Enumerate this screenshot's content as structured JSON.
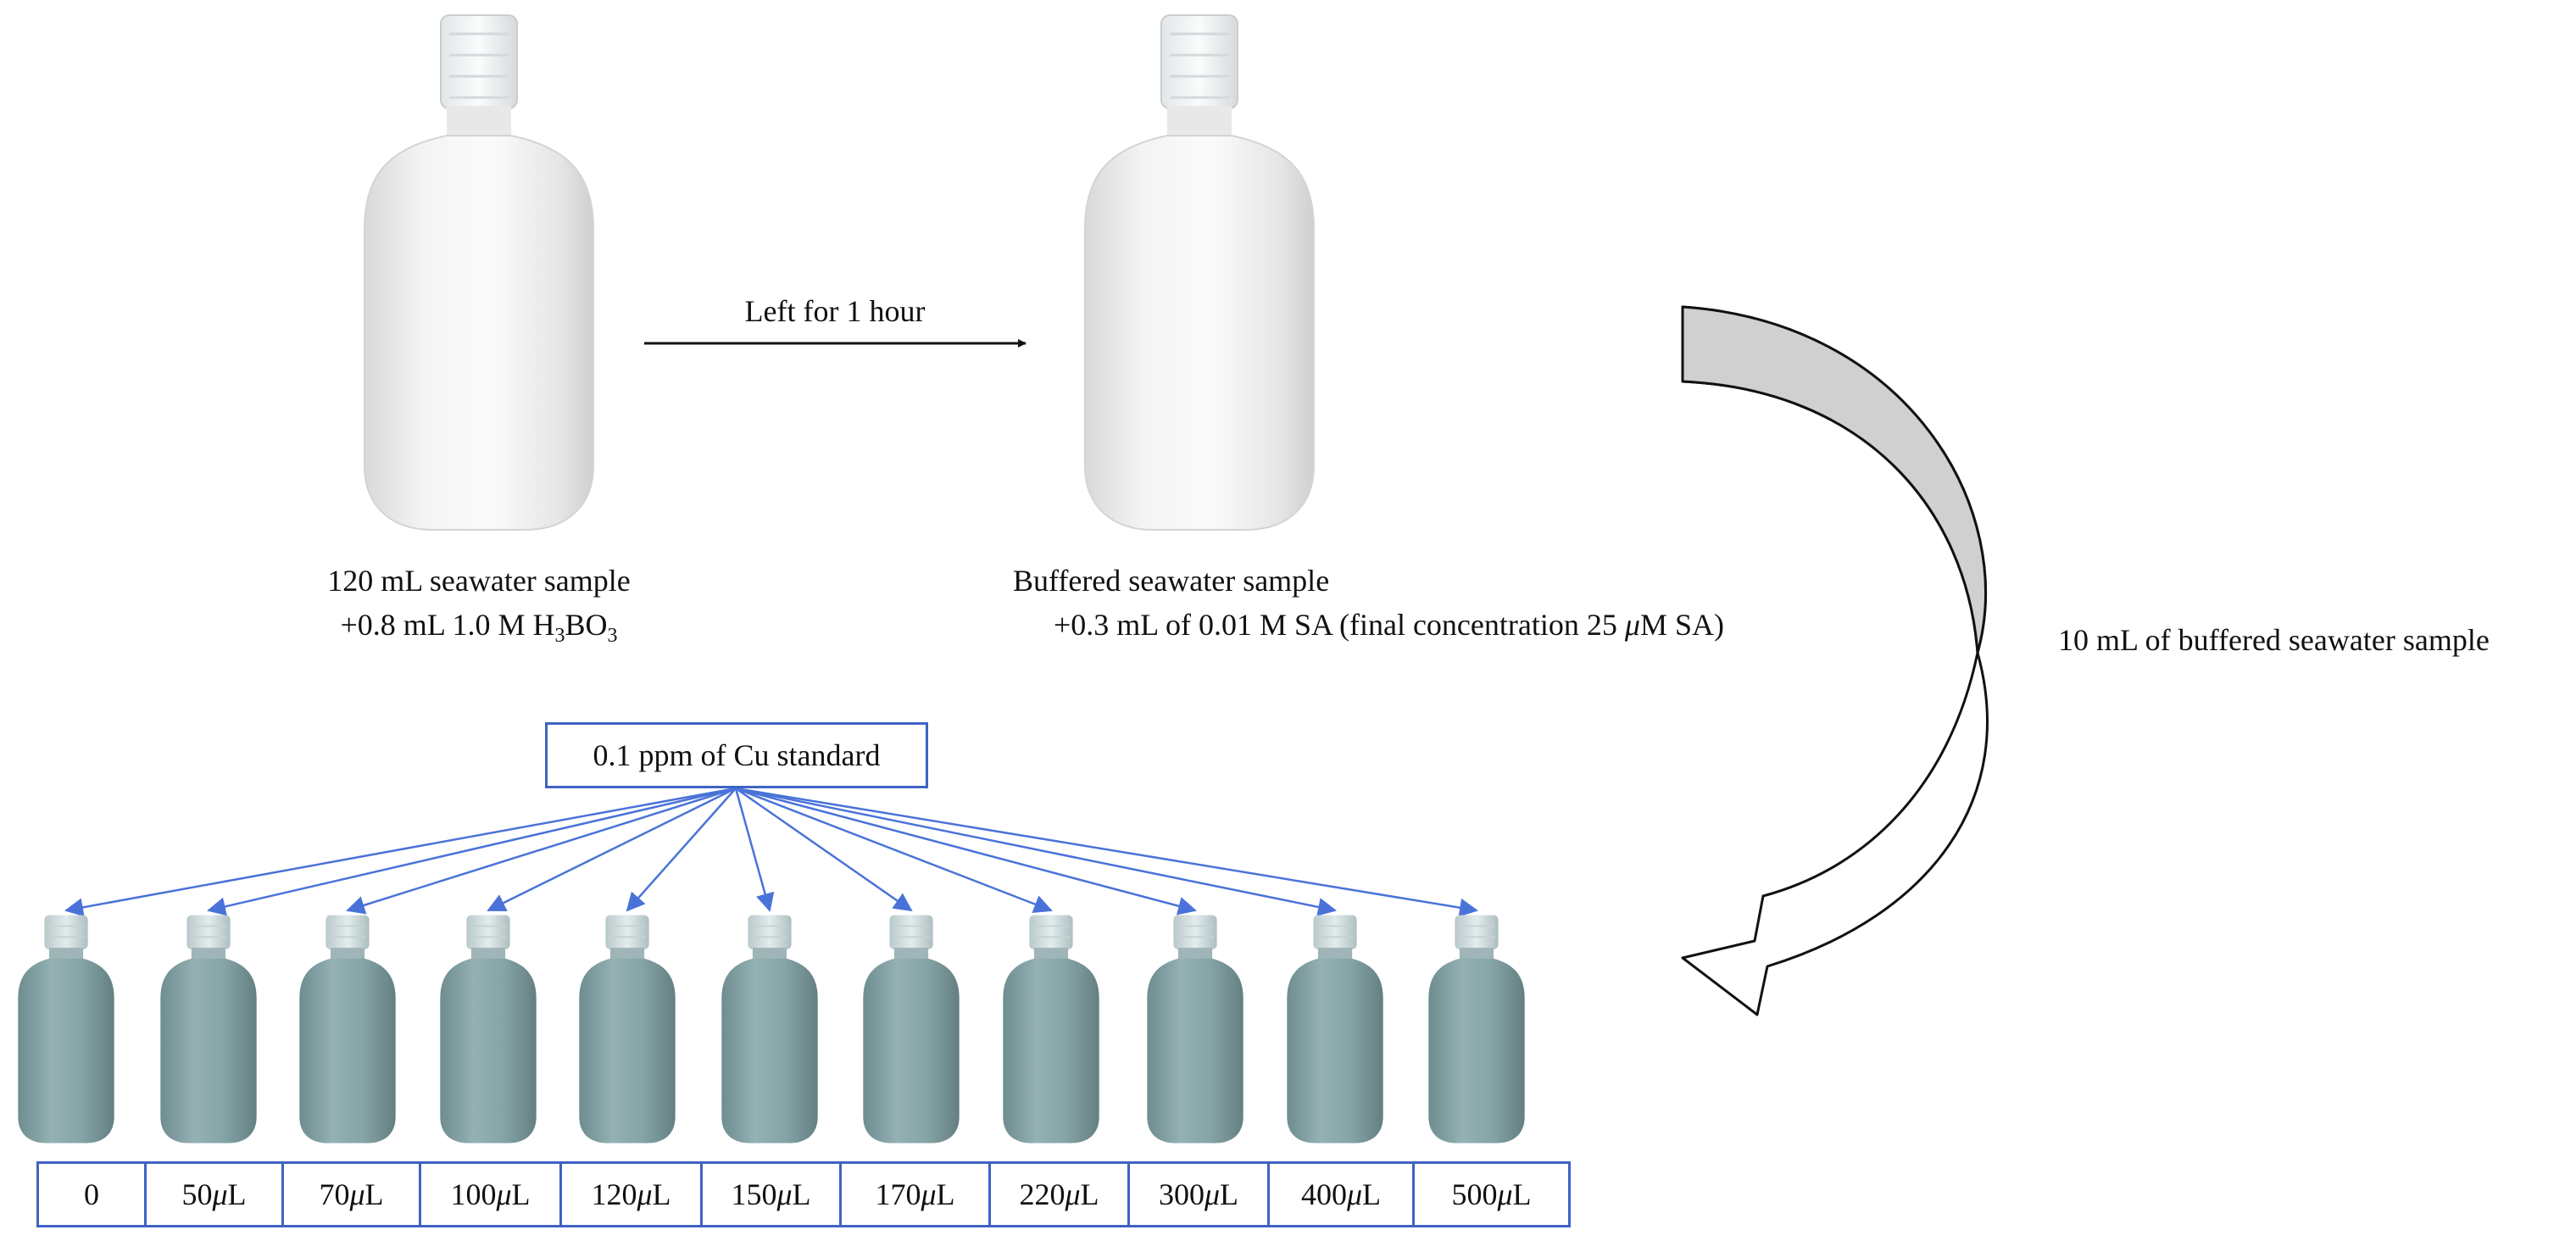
{
  "step1": {
    "line1": "120 mL seawater sample",
    "line2_prefix": "+0.8 mL 1.0 M H",
    "line2_sub1": "3",
    "line2_mid": "BO",
    "line2_sub2": "3"
  },
  "arrow1": {
    "label": "Left for 1 hour"
  },
  "step2": {
    "line1": "Buffered seawater sample",
    "line2_prefix": "+0.3 mL of 0.01 M SA (final concentration 25 ",
    "line2_mu": "μ",
    "line2_suffix": "M SA)"
  },
  "curved_arrow": {
    "label": "10 mL of buffered seawater sample"
  },
  "standard": {
    "label": "0.1 ppm of Cu standard"
  },
  "vials": [
    {
      "num": "0",
      "unit": ""
    },
    {
      "num": "50 ",
      "unit": "L"
    },
    {
      "num": "70 ",
      "unit": "L"
    },
    {
      "num": "100 ",
      "unit": "L"
    },
    {
      "num": "120 ",
      "unit": "L"
    },
    {
      "num": "150 ",
      "unit": "L"
    },
    {
      "num": "170 ",
      "unit": "L"
    },
    {
      "num": "220 ",
      "unit": "L"
    },
    {
      "num": "300 ",
      "unit": "L"
    },
    {
      "num": "400 ",
      "unit": "L"
    },
    {
      "num": "500 ",
      "unit": "L"
    }
  ],
  "mu_symbol": "μ",
  "colors": {
    "box_border": "#3f63c4",
    "fan_arrow": "#4a73d9",
    "vial_liquid": "#7f9ea1",
    "curved_arrow_fill": "#d0d0d0"
  }
}
